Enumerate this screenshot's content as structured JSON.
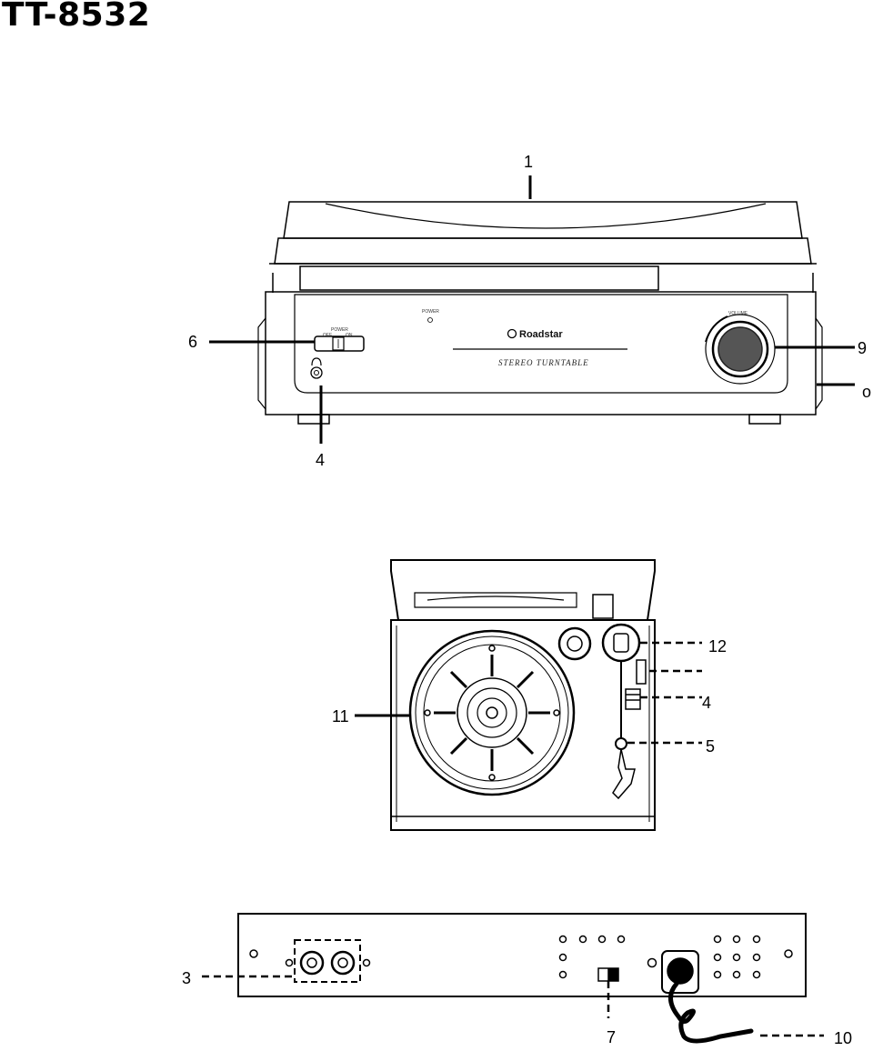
{
  "model": "TT-8532",
  "front_view": {
    "callouts": [
      "1",
      "6",
      "9",
      "4"
    ],
    "partial_callout": "o",
    "panel": {
      "power_led_label": "POWER",
      "power_switch_label": "POWER",
      "power_switch_off": "OFF",
      "power_switch_on": "ON",
      "volume_label": "VOLUME",
      "brand": "Roadstar",
      "subtitle": "STEREO  TURNTABLE"
    }
  },
  "top_view": {
    "callouts": [
      "12",
      "4",
      "5",
      "11"
    ]
  },
  "rear_view": {
    "callouts": [
      "3",
      "7",
      "10"
    ]
  }
}
